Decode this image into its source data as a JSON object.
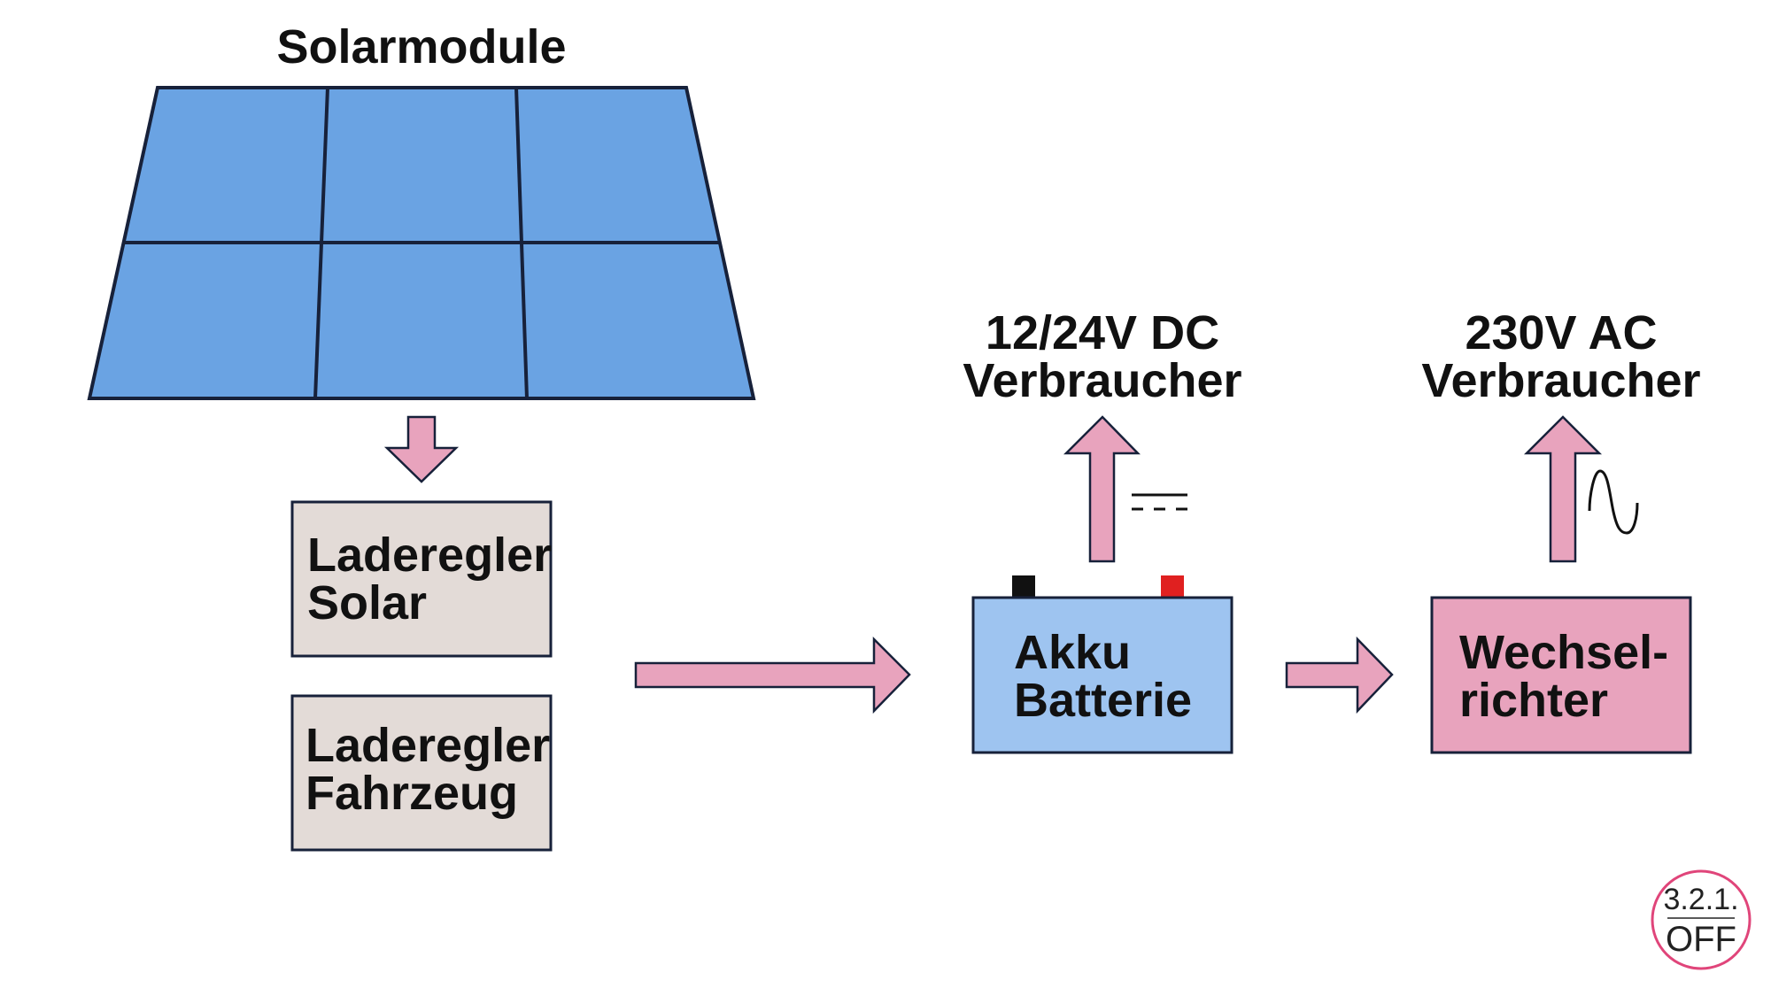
{
  "solar": {
    "title": "Solarmodule",
    "fill": "#6aa3e3",
    "stroke": "#17213a"
  },
  "charge_controllers": [
    {
      "line1": "Laderegler",
      "line2": "Solar"
    },
    {
      "line1": "Laderegler",
      "line2": "Fahrzeug"
    }
  ],
  "battery": {
    "line1": "Akku",
    "line2": "Batterie",
    "fill": "#9ec4f0",
    "terminal_negative_color": "#111111",
    "terminal_positive_color": "#e02020"
  },
  "inverter": {
    "line1": "Wechsel-",
    "line2": "richter",
    "fill": "#e8a3bd"
  },
  "dc_consumer": {
    "line1": "12/24V DC",
    "line2": "Verbraucher",
    "symbol_icon": "dc-symbol-icon"
  },
  "ac_consumer": {
    "line1": "230V AC",
    "line2": "Verbraucher",
    "symbol_icon": "ac-sine-icon"
  },
  "controller_fill": "#e3dbd7",
  "arrow_fill": "#e8a3bd",
  "logo": {
    "top": "3.2.1.",
    "bottom": "OFF",
    "ring_color": "#e0457a"
  }
}
